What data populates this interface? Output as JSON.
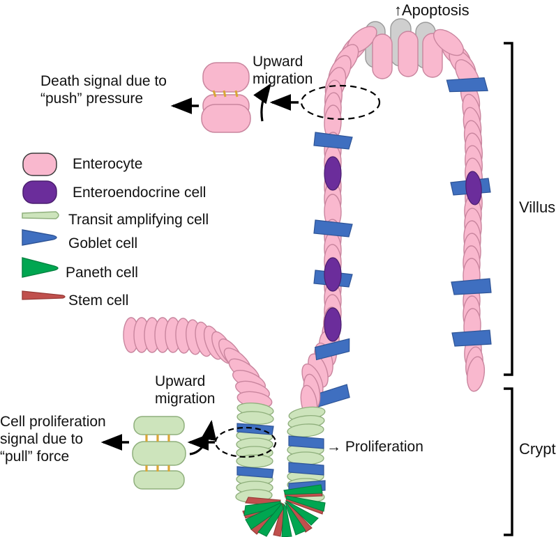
{
  "figure": {
    "title": "Intestinal crypt-villus axis cell dynamics diagram",
    "background": "#ffffff"
  },
  "colors": {
    "enterocyte": "#F9B8CE",
    "enterocyte_stroke": "#C9859E",
    "enteroendocrine": "#6B2D9B",
    "enteroendocrine_stroke": "#4A1E6E",
    "transit_amplifying": "#CDE4BC",
    "transit_amplifying_stroke": "#8FAF7C",
    "goblet": "#3F6FC0",
    "goblet_stroke": "#2E5496",
    "paneth": "#00A651",
    "paneth_stroke": "#00803E",
    "stem": "#C0504D",
    "stem_stroke": "#963834",
    "apoptotic": "#CFCFCF",
    "apoptotic_stroke": "#9A9A9A",
    "junction": "#D9A637",
    "outline": "#000000",
    "text": "#111111"
  },
  "annotations": {
    "apoptosis": "↑Apoptosis",
    "upward_migration_top": "Upward\nmigration",
    "death_signal": "Death signal due to\n“push” pressure",
    "upward_migration_bottom": "Upward\nmigration",
    "proliferation_signal": "Cell proliferation\nsignal due to\n“pull” force",
    "proliferation": "→ Proliferation"
  },
  "brackets": {
    "villus": "Villus",
    "crypt": "Crypt"
  },
  "legend": {
    "items": [
      {
        "label": "Enterocyte",
        "key": "enterocyte",
        "shape": "rounded-rect"
      },
      {
        "label": "Enteroendocrine cell",
        "key": "enteroendocrine",
        "shape": "rounded-rect"
      },
      {
        "label": "Transit amplifying cell",
        "key": "transit_amplifying",
        "shape": "flat-rod"
      },
      {
        "label": "Goblet cell",
        "key": "goblet",
        "shape": "wedge"
      },
      {
        "label": "Paneth cell",
        "key": "paneth",
        "shape": "wedge"
      },
      {
        "label": "Stem cell",
        "key": "stem",
        "shape": "thin-wedge"
      }
    ]
  },
  "insets": {
    "push_inset": {
      "cell_type": "enterocyte",
      "cell_count": 3,
      "junctions": 3,
      "description": "Three compressed enterocytes with tight junctions"
    },
    "pull_inset": {
      "cell_type": "transit_amplifying",
      "cell_count": 3,
      "junctions": 3,
      "description": "Three stretched transit amplifying cells with tight junctions"
    }
  },
  "structure": {
    "villus_tip_apoptotic_cells": 3,
    "left_villus_cells": 34,
    "right_villus_cells": 33,
    "crypt_left_cells": 18,
    "crypt_right_cells": 18,
    "paneth_cells": 8,
    "stem_cells": 7,
    "dashed_highlight_ellipses": 2
  }
}
